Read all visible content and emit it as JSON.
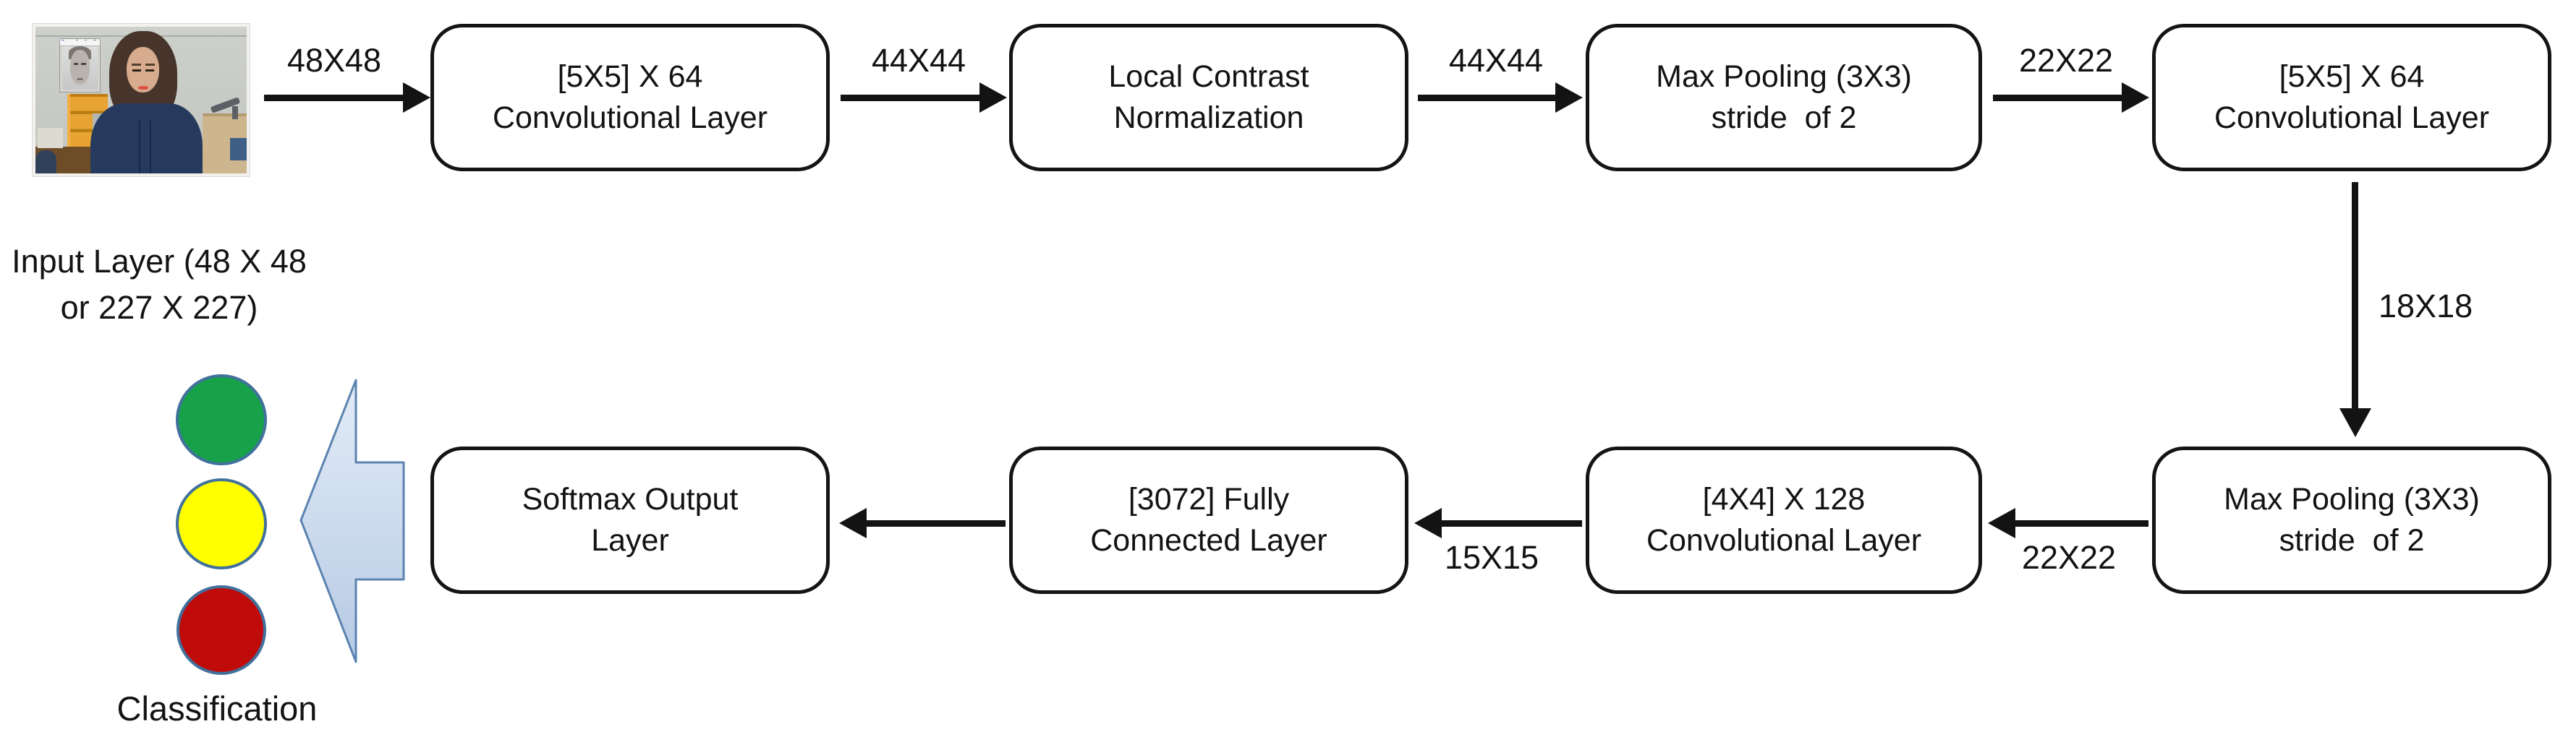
{
  "input": {
    "caption_line1": "Input Layer (48 X 48",
    "caption_line2": "or 227 X 227)"
  },
  "nodes": [
    {
      "line1": "[5X5] X 64",
      "line2": "Convolutional Layer"
    },
    {
      "line1": "Local Contrast",
      "line2": "Normalization"
    },
    {
      "line1": "Max Pooling (3X3)",
      "line2": "stride  of 2"
    },
    {
      "line1": "[5X5] X 64",
      "line2": "Convolutional Layer"
    },
    {
      "line1": "Max Pooling (3X3)",
      "line2": "stride  of 2"
    },
    {
      "line1": "[4X4] X 128",
      "line2": "Convolutional Layer"
    },
    {
      "line1": "[3072] Fully",
      "line2": "Connected Layer"
    },
    {
      "line1": "Softmax Output",
      "line2": "Layer"
    }
  ],
  "edges": {
    "input_to_conv1": "48X48",
    "conv1_to_lcn": "44X44",
    "lcn_to_pool1": "44X44",
    "pool1_to_conv2": "22X22",
    "conv2_to_pool2": "18X18",
    "pool2_to_conv3": "22X22",
    "conv3_to_fc": "15X15"
  },
  "classification": {
    "label": "Classification",
    "colors": [
      "#17A24A",
      "#FFFF00",
      "#C00B0B"
    ]
  },
  "colors": {
    "node_border": "#141414",
    "arrow": "#131313",
    "circle_border": "#41719C",
    "block_arrow_fill_top": "#E3ECF7",
    "block_arrow_fill_bottom": "#B6CAE4",
    "block_arrow_stroke": "#5B83B0"
  }
}
